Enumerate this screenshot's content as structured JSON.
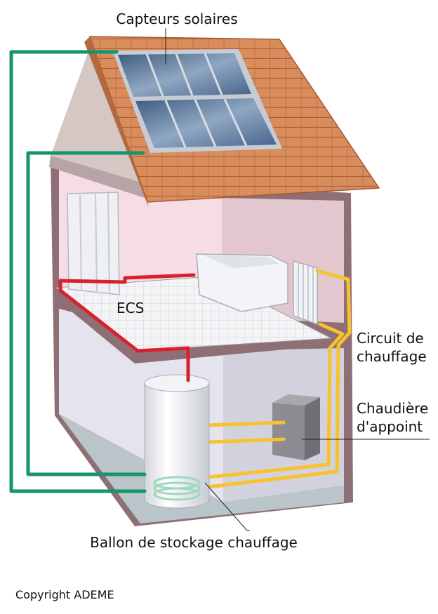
{
  "labels": {
    "solar_collectors": "Capteurs solaires",
    "dhw": "ECS",
    "heating_circuit_line1": "Circuit de",
    "heating_circuit_line2": "chauffage",
    "backup_boiler_line1": "Chaudière",
    "backup_boiler_line2": "d'appoint",
    "storage_tank": "Ballon de stockage chauffage"
  },
  "copyright": "Copyright ADEME",
  "colors": {
    "solar_loop": "#14956a",
    "hot_water": "#d8202f",
    "heating": "#f7c22c",
    "roof_tile": "#d98d5c",
    "wall_frame": "#8f6f76"
  }
}
